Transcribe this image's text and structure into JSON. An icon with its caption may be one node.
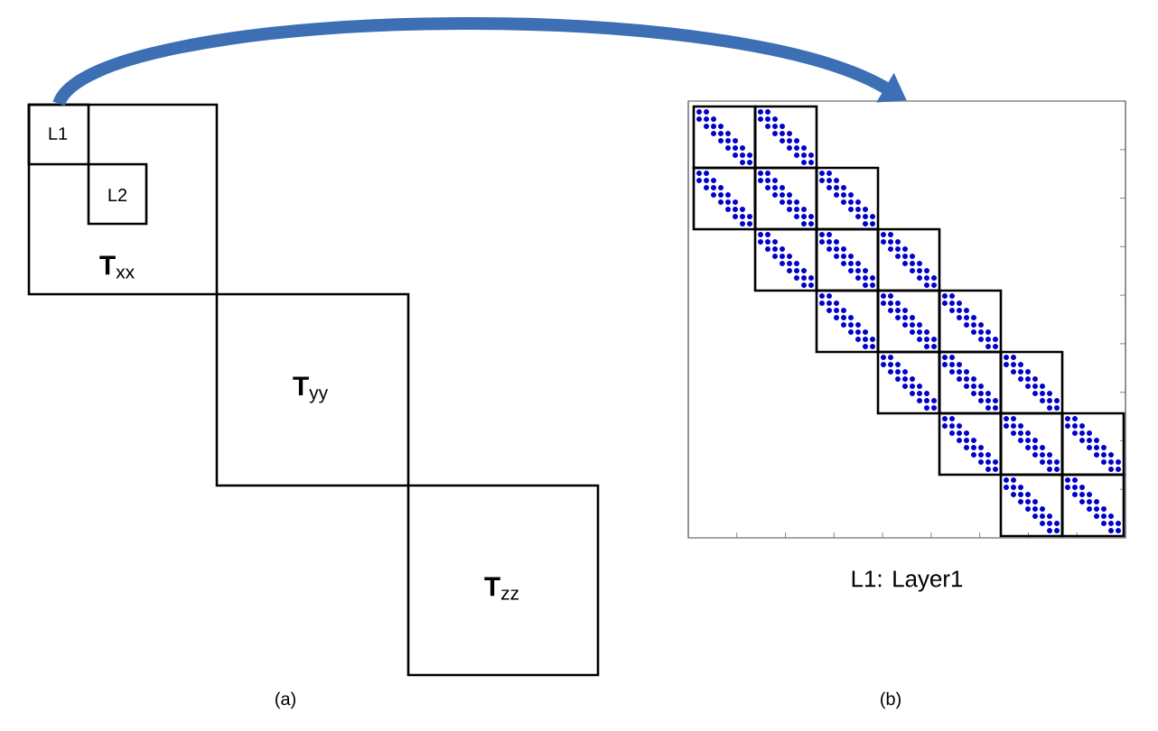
{
  "diagram": {
    "nodes": [
      {
        "text": [
          "**T**$_{xx}$"
        ]
      },
      {
        "text": [
          "L1"
        ],
        "in": 0
      },
      {
        "text": [
          "L2"
        ],
        "in": 0
      },
      {
        "text": [
          "**T**$_{yy}$"
        ]
      },
      {
        "text": [
          "**T**$_{zz}$"
        ]
      },
      {
        "text": [],
        "shape": "box",
        "beside": [
          "L1: Layer1"
        ]
      }
    ],
    "edges": [
      {
        "from": 1,
        "to": 5,
        "arrow": "to",
        "color": "#3d6fb4"
      }
    ],
    "labels": [
      "(a)",
      "(b)"
    ]
  }
}
